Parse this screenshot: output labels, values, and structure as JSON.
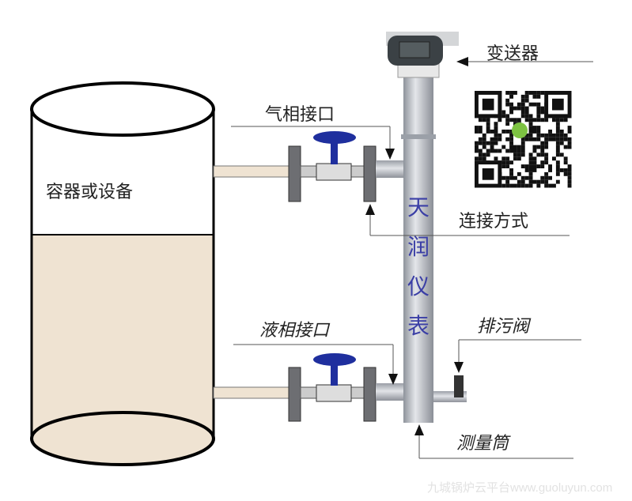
{
  "container": {
    "label": "容器或设备"
  },
  "labels": {
    "transmitter": "变送器",
    "gas_port": "气相接口",
    "connection": "连接方式",
    "liquid_port": "液相接口",
    "drain_valve": "排污阀",
    "measuring_tube": "测量筒"
  },
  "brand_vertical": [
    "天",
    "润",
    "仪",
    "表"
  ],
  "watermark": "九城锅炉云平台www.guoluyun.com",
  "colors": {
    "liquid": "#efe3d2",
    "valve_handle": "#1f2f9e",
    "brand": "#3b3fa6",
    "pipe": "#b9bcc4",
    "flange": "#6d6e72"
  }
}
